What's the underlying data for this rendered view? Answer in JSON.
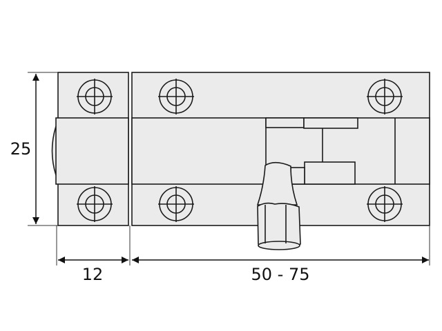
{
  "dimensions": {
    "height": "25",
    "keeper_width": "12",
    "bolt_length": "50 - 75"
  },
  "colors": {
    "part_fill": "#ebebeb",
    "line": "#1a1a1a"
  }
}
